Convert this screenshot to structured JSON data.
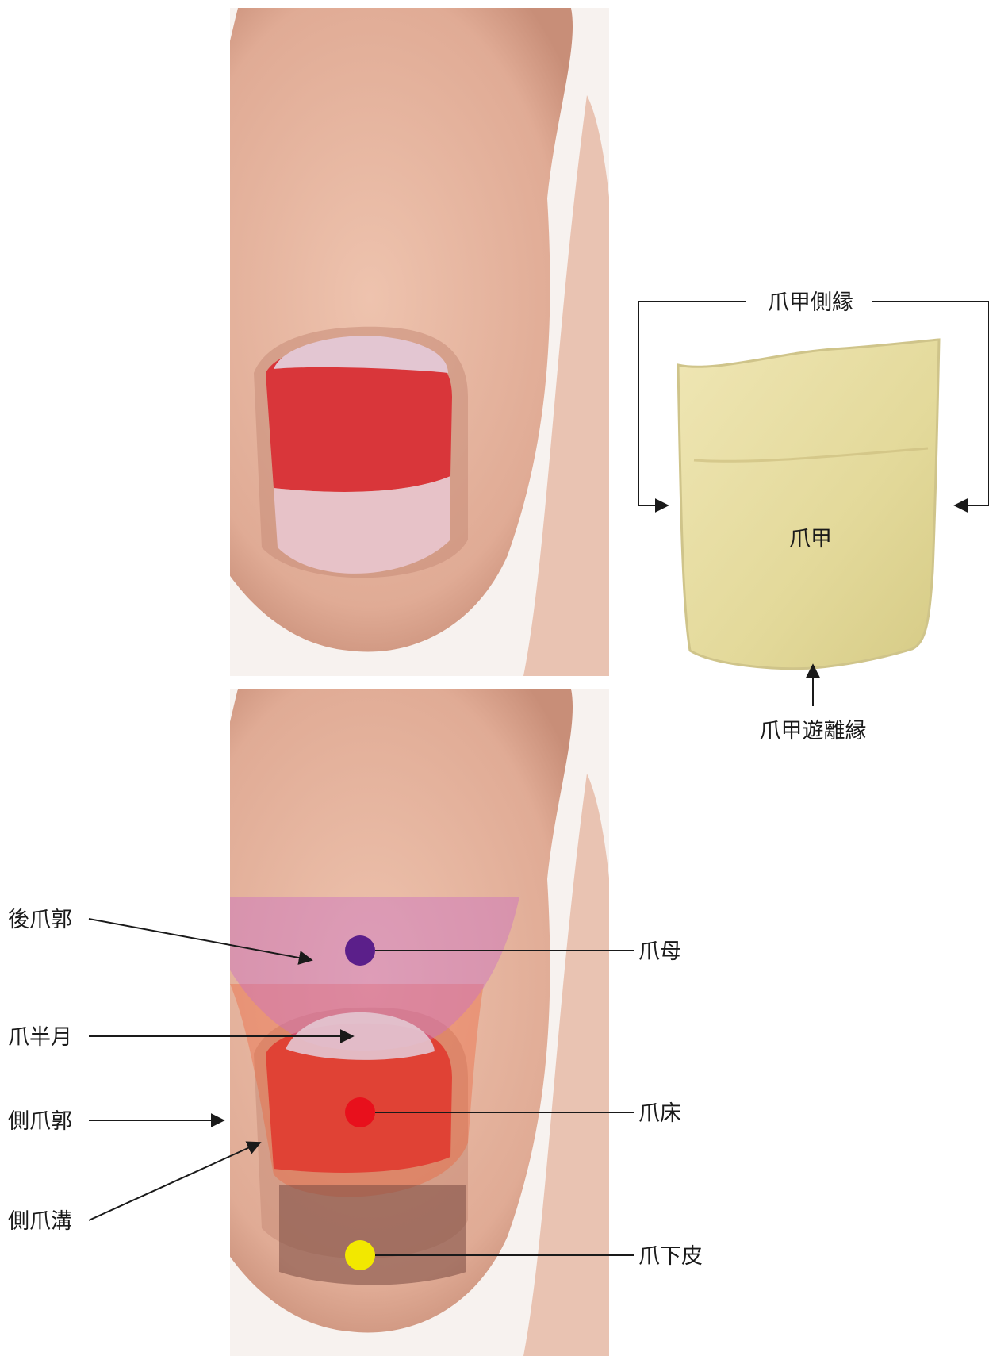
{
  "colors": {
    "skin": "#e6b7a2",
    "skin_shadow": "#c98f7b",
    "nail_bed": "#d9363a",
    "lunula": "#e3c6d2",
    "nail_plate": "#e8e1a6",
    "matrix_overlay": "#c96ec4",
    "bed_overlay": "#ef5a2f",
    "hyponychium_overlay": "#7a4a42",
    "dot_matrix": "#5b1f8a",
    "dot_bed": "#e8101c",
    "dot_hyponychium": "#f2e800"
  },
  "nail_plate_panel": {
    "lateral_edge_label": "爪甲側縁",
    "plate_label": "爪甲",
    "free_edge_label": "爪甲遊離縁"
  },
  "lower_panel": {
    "left_labels": {
      "proximal_fold": "後爪郭",
      "lunula": "爪半月",
      "lateral_fold": "側爪郭",
      "lateral_groove": "側爪溝"
    },
    "right_labels": {
      "matrix": "爪母",
      "nail_bed": "爪床",
      "hyponychium": "爪下皮"
    }
  }
}
